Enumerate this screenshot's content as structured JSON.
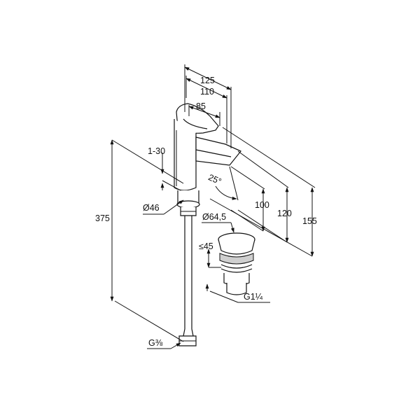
{
  "dimensions": {
    "width_total": "125",
    "width_spout": "110",
    "width_lever": "85",
    "deck_thickness": "1-30",
    "angle": "25°",
    "height_outlet": "100",
    "height_spout": "120",
    "height_total": "155",
    "height_hose": "375",
    "diameter_base": "Ø46",
    "diameter_waste": "Ø64,5",
    "waste_height": "≤45",
    "thread_waste": "G1¼",
    "thread_hose": "G⅜"
  },
  "colors": {
    "line": "#111111",
    "background": "#ffffff",
    "shade": "#cfcfcf"
  }
}
